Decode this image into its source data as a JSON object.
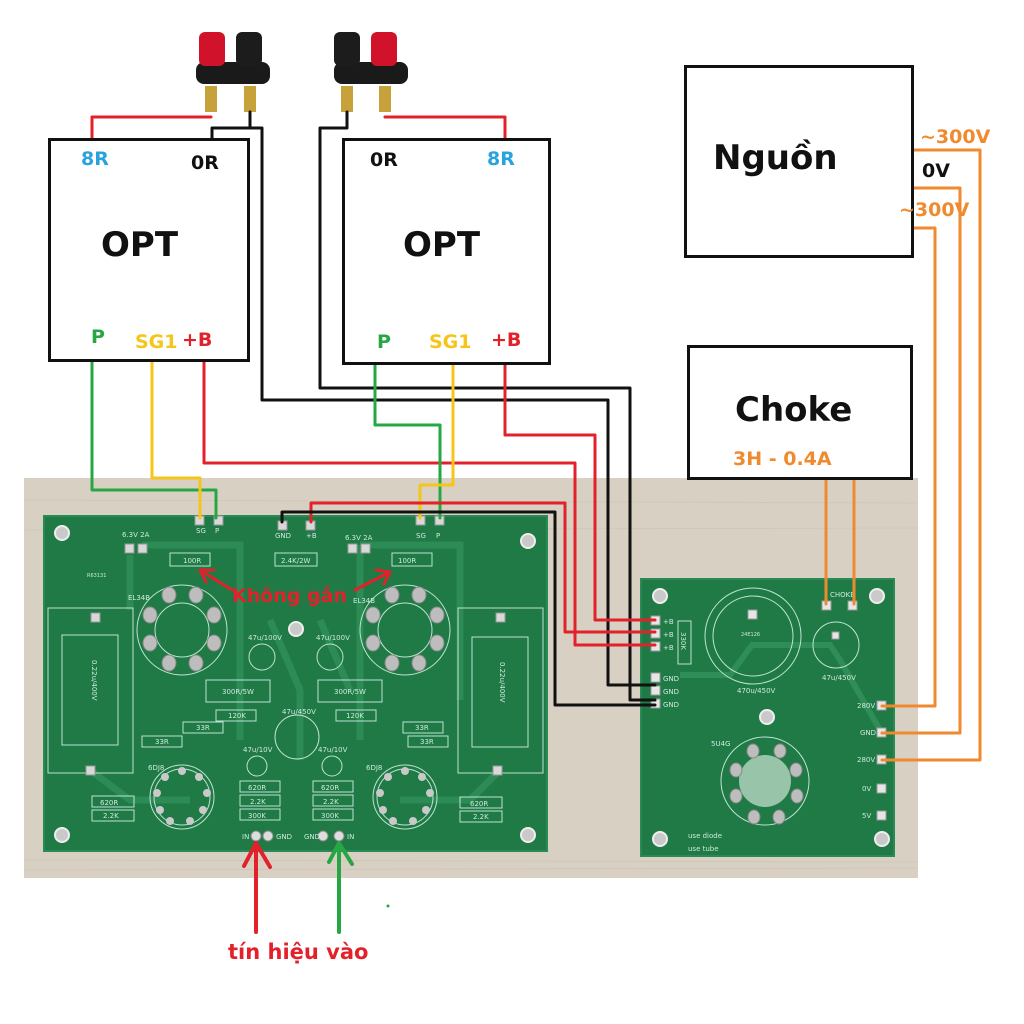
{
  "opt_left": {
    "title": "OPT",
    "pin_8r": "8R",
    "pin_0r": "0R",
    "pin_p": "P",
    "pin_sg1": "SG1",
    "pin_b": "+B"
  },
  "opt_right": {
    "title": "OPT",
    "pin_8r": "8R",
    "pin_0r": "0R",
    "pin_p": "P",
    "pin_sg1": "SG1",
    "pin_b": "+B"
  },
  "psu": {
    "title": "Nguồn",
    "tap_top": "~300V",
    "tap_mid": "0V",
    "tap_bottom": "~300V"
  },
  "choke": {
    "title": "Choke",
    "rating": "3H - 0.4A"
  },
  "annotations": {
    "no_mount": "Không gắn",
    "signal_input": "tín hiệu vào"
  },
  "amp_board": {
    "top_pads": {
      "sg": "SG",
      "p": "P",
      "gnd": "GND",
      "b": "+B"
    },
    "heater_left": "6.3V  2A",
    "heater_right": "6.3V  2A",
    "tube_power_left": "EL34B",
    "tube_power_right": "EL34B",
    "tube_driver_left": "6DJ8",
    "tube_driver_right": "6DJ8",
    "res_100r": "100R",
    "res_2k4": "2.4K/2W",
    "res_300r": "300R/5W",
    "res_120k": "120K",
    "res_33r": "33R",
    "res_620r": "620R",
    "res_2k2": "2.2K",
    "res_300k": "300K",
    "cap_47u100": "47u/100V",
    "cap_47u450": "47u/450V",
    "cap_47u10": "47u/10V",
    "cap_022u": "0.22u/400V",
    "in_label": "IN",
    "gnd_label": "GND",
    "board_code": "R63131"
  },
  "psu_board": {
    "pads_b": [
      "+B",
      "+B",
      "+B"
    ],
    "pads_gnd": [
      "GND",
      "GND",
      "GND"
    ],
    "choke_label": "CHOKE",
    "res_330k": "330K",
    "cap_main": "470u/450V",
    "cap_main_code": "24E126",
    "cap_small": "47u/450V",
    "rectifier": "5U4G",
    "right_pads": [
      "280V",
      "GND",
      "280V",
      "0V",
      "5V"
    ],
    "note1": "use diode",
    "note2": "use tube"
  },
  "colors": {
    "red": "#e3212b",
    "black": "#111111",
    "green": "#26a744",
    "yellow": "#f5c518",
    "orange": "#f08a2f",
    "blue": "#29a3df",
    "pcb": "#1f7a45",
    "wood": "#d8cfc2"
  }
}
